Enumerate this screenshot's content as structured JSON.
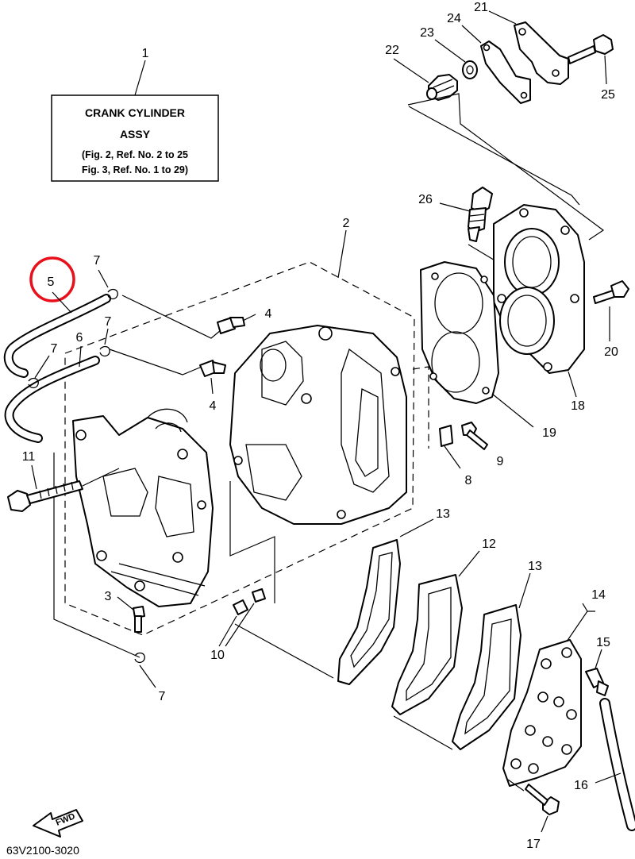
{
  "note_box": {
    "line1": "CRANK CYLINDER",
    "line2": "ASSY",
    "line3": "(Fig. 2, Ref. No. 2 to 25",
    "line4": "Fig. 3, Ref. No. 1 to 29)"
  },
  "callouts": {
    "c1": "1",
    "c2": "2",
    "c3": "3",
    "c4a": "4",
    "c4b": "4",
    "c5": "5",
    "c6": "6",
    "c7a": "7",
    "c7b": "7",
    "c7c": "7",
    "c7d": "7",
    "c8": "8",
    "c9": "9",
    "c10": "10",
    "c11": "11",
    "c12": "12",
    "c13a": "13",
    "c13b": "13",
    "c14": "14",
    "c15": "15",
    "c16": "16",
    "c17": "17",
    "c18": "18",
    "c19": "19",
    "c20": "20",
    "c21": "21",
    "c22": "22",
    "c23": "23",
    "c24": "24",
    "c25": "25",
    "c26": "26"
  },
  "highlighted_part": "5",
  "highlight_color": "#e8101a",
  "fwd_label": "FWD",
  "drawing_code": "63V2100-3020"
}
